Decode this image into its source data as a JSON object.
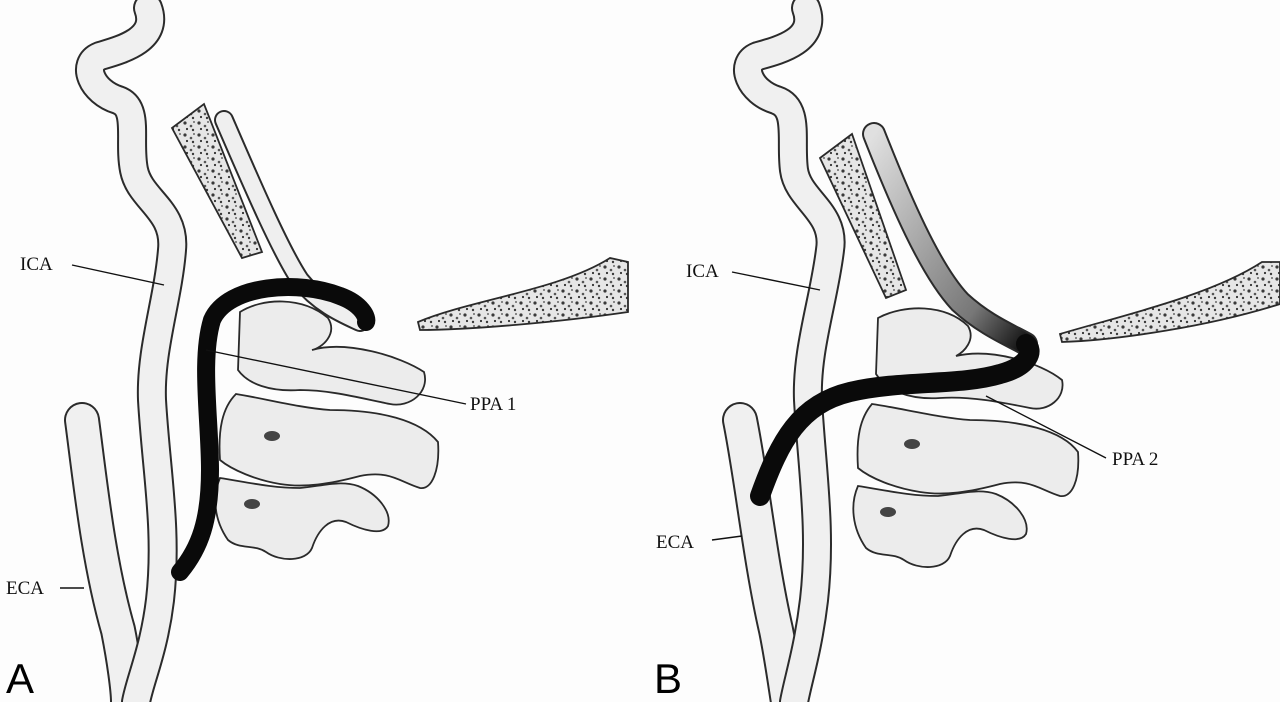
{
  "panels": [
    {
      "letter": "A",
      "labels": {
        "ica": "ICA",
        "eca": "ECA",
        "ppa": "PPA 1"
      }
    },
    {
      "letter": "B",
      "labels": {
        "ica": "ICA",
        "eca": "ECA",
        "ppa": "PPA 2"
      }
    }
  ],
  "colors": {
    "artery_fill": "#f0f0f0",
    "artery_outline": "#2b2b2b",
    "anomalous_artery": "#0a0a0a",
    "bone_fill": "#ececec",
    "background": "#fdfdfd"
  }
}
